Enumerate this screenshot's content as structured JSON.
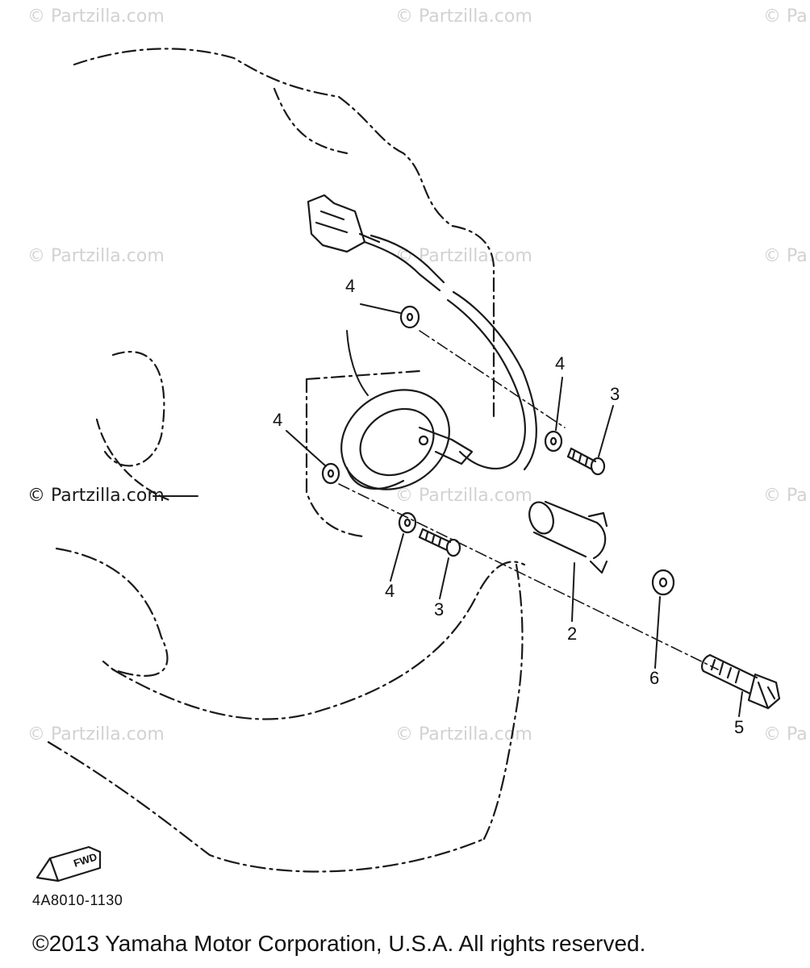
{
  "watermark": {
    "text": "© Partzilla.com",
    "text_cut": "© Pa",
    "color": "#d2d2d2",
    "strong_color": "#1a1a1a"
  },
  "diagram": {
    "code": "4A8010-1130",
    "fwd_label": "FWD",
    "callouts": [
      {
        "id": "c4-top",
        "text": "4"
      },
      {
        "id": "c4-right",
        "text": "4"
      },
      {
        "id": "c3-right",
        "text": "3"
      },
      {
        "id": "c4-left",
        "text": "4"
      },
      {
        "id": "c4-bottom",
        "text": "4"
      },
      {
        "id": "c3-bottom",
        "text": "3"
      },
      {
        "id": "c2",
        "text": "2"
      },
      {
        "id": "c6",
        "text": "6"
      },
      {
        "id": "c5",
        "text": "5"
      }
    ]
  },
  "footer": {
    "copyright": "©2013 Yamaha Motor Corporation, U.S.A. All rights reserved."
  }
}
